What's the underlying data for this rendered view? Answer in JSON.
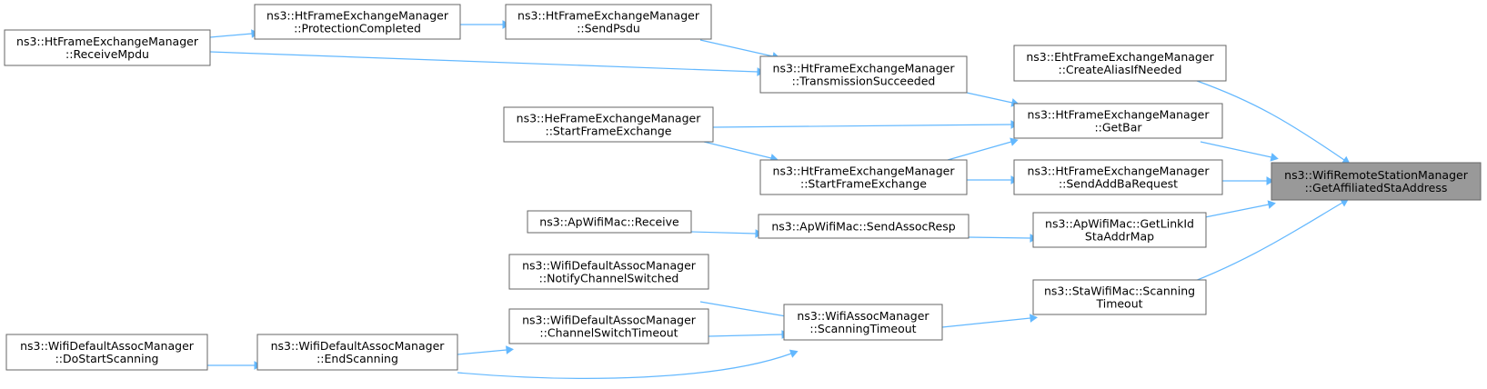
{
  "diagram": {
    "type": "call-graph",
    "nodes": [
      {
        "id": "target",
        "lines": [
          "ns3::WifiRemoteStationManager",
          "::GetAffiliatedStaAddress"
        ],
        "highlighted": true
      },
      {
        "id": "eht_alias",
        "lines": [
          "ns3::EhtFrameExchangeManager",
          "::CreateAliasIfNeeded"
        ]
      },
      {
        "id": "ht_getbar",
        "lines": [
          "ns3::HtFrameExchangeManager",
          "::GetBar"
        ]
      },
      {
        "id": "ht_sendaddba",
        "lines": [
          "ns3::HtFrameExchangeManager",
          "::SendAddBaRequest"
        ]
      },
      {
        "id": "ap_getlinkid",
        "lines": [
          "ns3::ApWifiMac::GetLinkId",
          "StaAddrMap"
        ]
      },
      {
        "id": "sta_scanning",
        "lines": [
          "ns3::StaWifiMac::Scanning",
          "Timeout"
        ]
      },
      {
        "id": "ht_txsucc",
        "lines": [
          "ns3::HtFrameExchangeManager",
          "::TransmissionSucceeded"
        ]
      },
      {
        "id": "he_start",
        "lines": [
          "ns3::HeFrameExchangeManager",
          "::StartFrameExchange"
        ]
      },
      {
        "id": "ht_start",
        "lines": [
          "ns3::HtFrameExchangeManager",
          "::StartFrameExchange"
        ]
      },
      {
        "id": "ap_sendassoc",
        "lines": [
          "ns3::ApWifiMac::SendAssocResp"
        ]
      },
      {
        "id": "assoc_scan",
        "lines": [
          "ns3::WifiAssocManager",
          "::ScanningTimeout"
        ]
      },
      {
        "id": "ht_sendpsdu",
        "lines": [
          "ns3::HtFrameExchangeManager",
          "::SendPsdu"
        ]
      },
      {
        "id": "ap_receive",
        "lines": [
          "ns3::ApWifiMac::Receive"
        ]
      },
      {
        "id": "def_notify",
        "lines": [
          "ns3::WifiDefaultAssocManager",
          "::NotifyChannelSwitched"
        ]
      },
      {
        "id": "def_chswitch",
        "lines": [
          "ns3::WifiDefaultAssocManager",
          "::ChannelSwitchTimeout"
        ]
      },
      {
        "id": "def_end",
        "lines": [
          "ns3::WifiDefaultAssocManager",
          "::EndScanning"
        ]
      },
      {
        "id": "ht_protect",
        "lines": [
          "ns3::HtFrameExchangeManager",
          "::ProtectionCompleted"
        ]
      },
      {
        "id": "ht_recvmpdu",
        "lines": [
          "ns3::HtFrameExchangeManager",
          "::ReceiveMpdu"
        ]
      },
      {
        "id": "def_dostart",
        "lines": [
          "ns3::WifiDefaultAssocManager",
          "::DoStartScanning"
        ]
      }
    ],
    "edges": [
      {
        "from": "eht_alias",
        "to": "target"
      },
      {
        "from": "ht_getbar",
        "to": "target"
      },
      {
        "from": "ht_sendaddba",
        "to": "target"
      },
      {
        "from": "ap_getlinkid",
        "to": "target"
      },
      {
        "from": "sta_scanning",
        "to": "target"
      },
      {
        "from": "ht_txsucc",
        "to": "ht_getbar"
      },
      {
        "from": "he_start",
        "to": "ht_getbar"
      },
      {
        "from": "ht_start",
        "to": "ht_getbar"
      },
      {
        "from": "ht_start",
        "to": "ht_sendaddba"
      },
      {
        "from": "ap_sendassoc",
        "to": "ap_getlinkid"
      },
      {
        "from": "assoc_scan",
        "to": "sta_scanning"
      },
      {
        "from": "ht_sendpsdu",
        "to": "ht_txsucc"
      },
      {
        "from": "ht_recvmpdu",
        "to": "ht_txsucc"
      },
      {
        "from": "he_start",
        "to": "ht_start"
      },
      {
        "from": "ap_receive",
        "to": "ap_sendassoc"
      },
      {
        "from": "def_notify",
        "to": "assoc_scan"
      },
      {
        "from": "def_chswitch",
        "to": "assoc_scan"
      },
      {
        "from": "def_end",
        "to": "assoc_scan"
      },
      {
        "from": "ht_protect",
        "to": "ht_sendpsdu"
      },
      {
        "from": "def_end",
        "to": "def_chswitch"
      },
      {
        "from": "ht_recvmpdu",
        "to": "ht_protect"
      },
      {
        "from": "def_dostart",
        "to": "def_end"
      }
    ]
  }
}
